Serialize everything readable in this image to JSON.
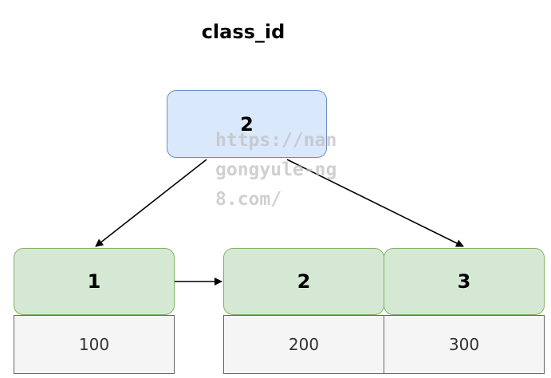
{
  "diagram": {
    "title": "class_id",
    "root": {
      "label": "2"
    },
    "nodes": [
      {
        "key": "1",
        "value": "100"
      },
      {
        "key": "2",
        "value": "200"
      },
      {
        "key": "3",
        "value": "300"
      }
    ],
    "colors": {
      "root_fill": "#dae8fc",
      "root_stroke": "#6c8ebf",
      "key_fill": "#d5e8d4",
      "key_stroke": "#82b366",
      "value_fill": "#f5f5f5",
      "value_stroke": "#666666",
      "edge": "#000000"
    }
  },
  "watermark": {
    "text": "https://nangongyule-ng8.com/"
  }
}
